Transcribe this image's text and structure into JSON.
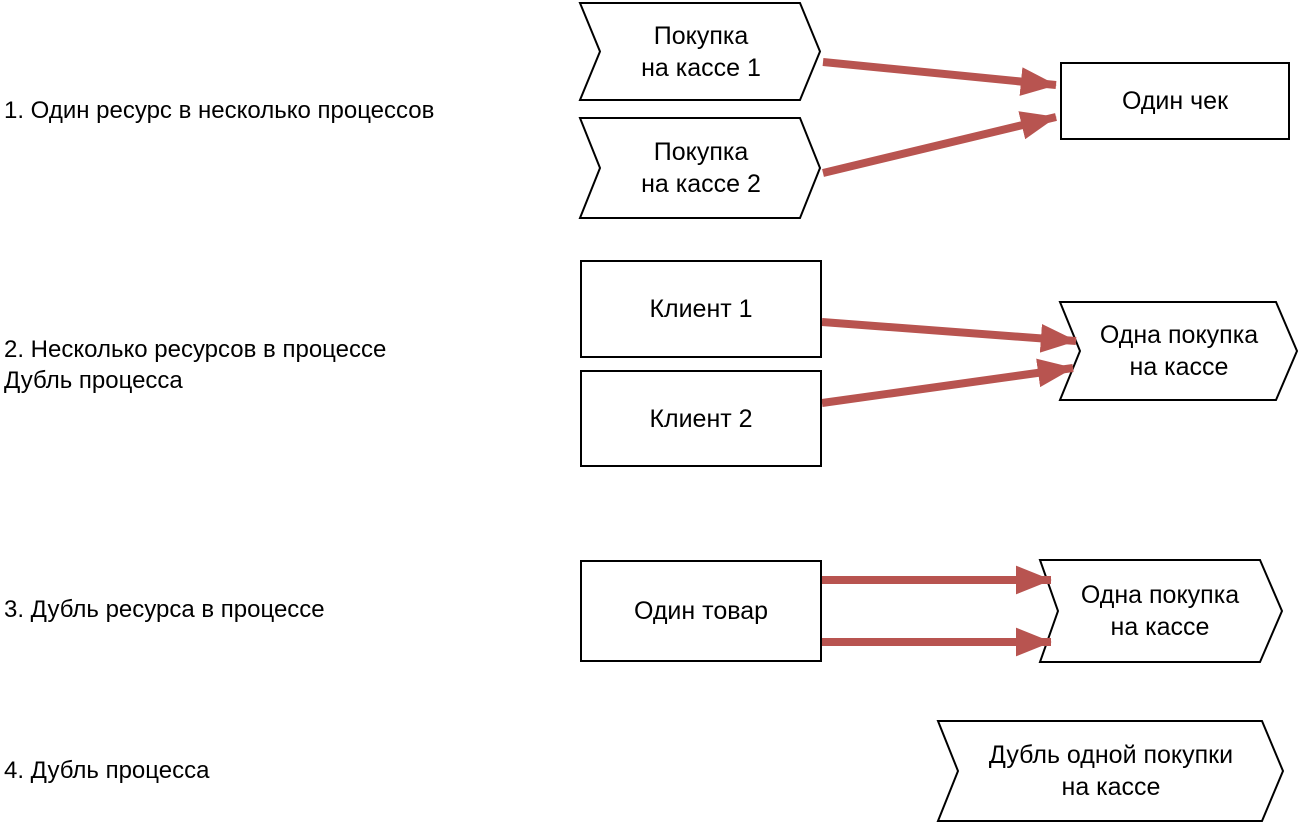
{
  "colors": {
    "arrow": "#b85450",
    "shape_border": "#000000",
    "shape_fill": "#ffffff",
    "background": "#ffffff"
  },
  "rows": {
    "row1": {
      "label": "1. Один ресурс в несколько процессов",
      "process1": {
        "line1": "Покупка",
        "line2": "на кассе 1"
      },
      "process2": {
        "line1": "Покупка",
        "line2": "на кассе 2"
      },
      "resource": {
        "text": "Один чек"
      }
    },
    "row2": {
      "label_line1": "2. Несколько ресурсов в процессе",
      "label_line2": "Дубль процесса",
      "resource1": {
        "text": "Клиент 1"
      },
      "resource2": {
        "text": "Клиент 2"
      },
      "process": {
        "line1": "Одна покупка",
        "line2": "на кассе"
      }
    },
    "row3": {
      "label": "3. Дубль ресурса в процессе",
      "resource": {
        "text": "Один товар"
      },
      "process": {
        "line1": "Одна покупка",
        "line2": "на кассе"
      }
    },
    "row4": {
      "label": "4. Дубль процесса",
      "process": {
        "line1": "Дубль одной покупки",
        "line2": "на кассе"
      }
    }
  }
}
